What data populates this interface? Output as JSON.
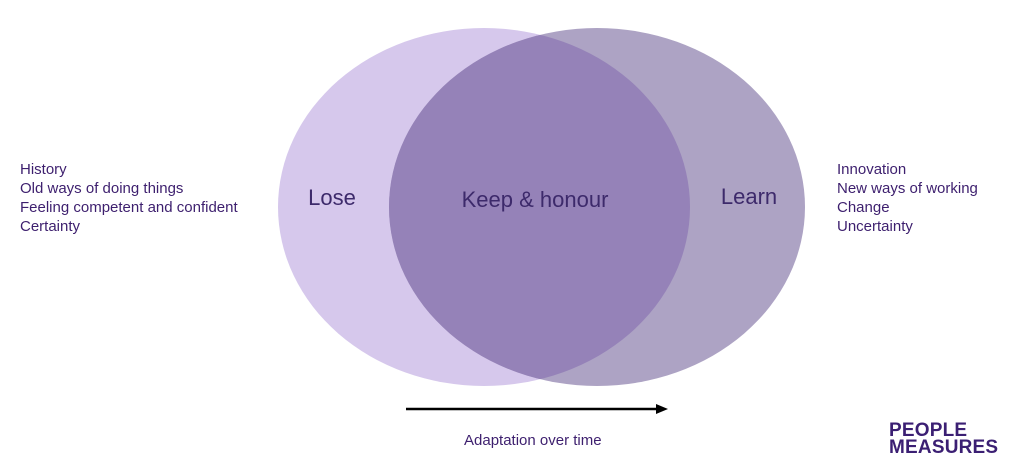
{
  "left_list": {
    "items": [
      "History",
      "Old ways of doing things",
      "Feeling competent and confident",
      "Certainty"
    ]
  },
  "right_list": {
    "items": [
      "Innovation",
      "New ways of working",
      "Change",
      "Uncertainty"
    ]
  },
  "venn": {
    "left_label": "Lose",
    "center_label": "Keep & honour",
    "right_label": "Learn",
    "colors": {
      "left_circle": "#d6c8ec",
      "right_circle": "#ada3c4",
      "overlap": "#9582b8"
    }
  },
  "arrow": {
    "caption": "Adaptation over time"
  },
  "logo": {
    "line1": "PEOPLE",
    "line2": "MEASURES"
  }
}
